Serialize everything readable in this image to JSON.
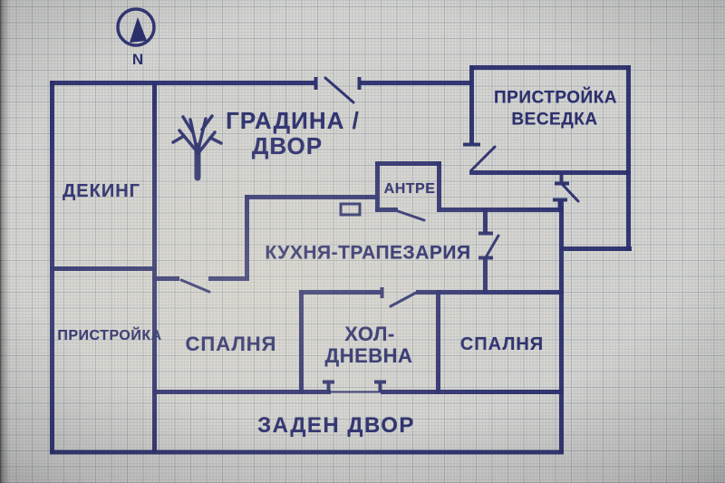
{
  "colors": {
    "ink": "#2b2f6d",
    "paper": "#d7d6d1"
  },
  "compass": {
    "label": "N"
  },
  "rooms": {
    "garden": {
      "line1": "ГРАДИНА /",
      "line2": "ДВОР"
    },
    "gazebo_annex": {
      "line1": "ПРИСТРОЙКА",
      "line2": "ВЕСЕДКА"
    },
    "decking": {
      "label": "ДЕКИНГ"
    },
    "entry_hall": {
      "label": "АНТРЕ"
    },
    "kitchen_dining": {
      "label": "КУХНЯ-ТРАПЕЗАРИЯ"
    },
    "annex": {
      "label": "ПРИСТРОЙКА"
    },
    "bedroom_left": {
      "label": "СПАЛНЯ"
    },
    "living_room": {
      "line1": "ХОЛ-",
      "line2": "ДНЕВНА"
    },
    "bedroom_right": {
      "label": "СПАЛНЯ"
    },
    "back_yard": {
      "label": "ЗАДЕН ДВОР"
    }
  }
}
